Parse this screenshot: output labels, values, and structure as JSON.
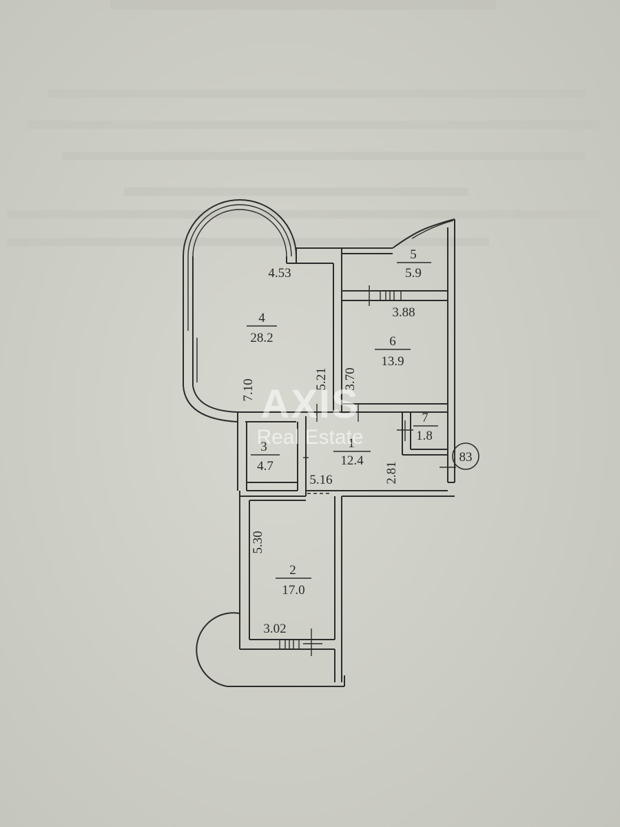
{
  "rooms": [
    {
      "id": "4",
      "number": "4",
      "area": "28.2"
    },
    {
      "id": "5",
      "number": "5",
      "area": "5.9"
    },
    {
      "id": "6",
      "number": "6",
      "area": "13.9"
    },
    {
      "id": "7",
      "number": "7",
      "area": "1.8"
    },
    {
      "id": "3",
      "number": "3",
      "area": "4.7"
    },
    {
      "id": "1",
      "number": "1",
      "area": "12.4"
    },
    {
      "id": "2",
      "number": "2",
      "area": "17.0"
    }
  ],
  "dimensions": {
    "d453": "4.53",
    "d388": "3.88",
    "d521": "5.21",
    "d370": "3.70",
    "d710": "7.10",
    "d516": "5.16",
    "d281": "2.81",
    "d530": "5.30",
    "d302": "3.02"
  },
  "marker": "83",
  "watermark": {
    "brand": "AXIS",
    "sub": "Real Estate"
  }
}
